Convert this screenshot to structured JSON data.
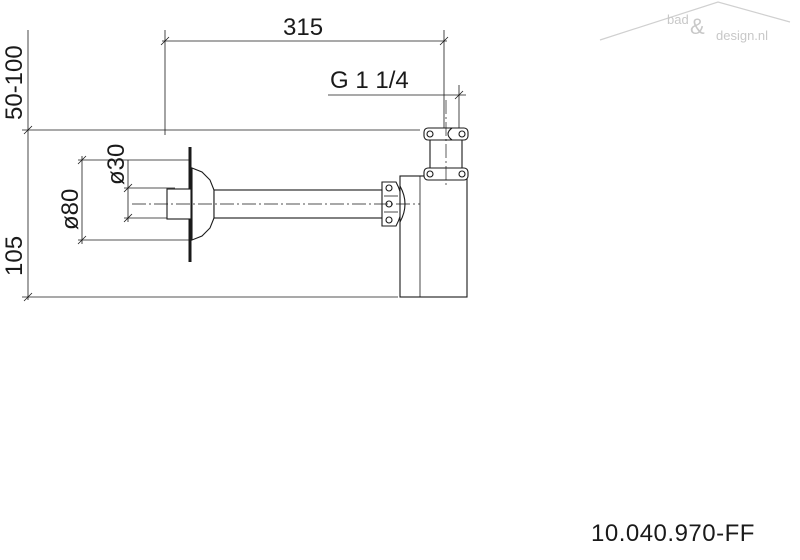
{
  "logo": {
    "text_left": "bad",
    "ampersand": "&",
    "text_right": "design.nl"
  },
  "dimensions": {
    "length": "315",
    "thread": "G 1 1/4",
    "height_range": "50-100",
    "height_lower": "105",
    "diameter_small": "ø30",
    "diameter_large": "ø80"
  },
  "article_number": "10.040.970-FF"
}
